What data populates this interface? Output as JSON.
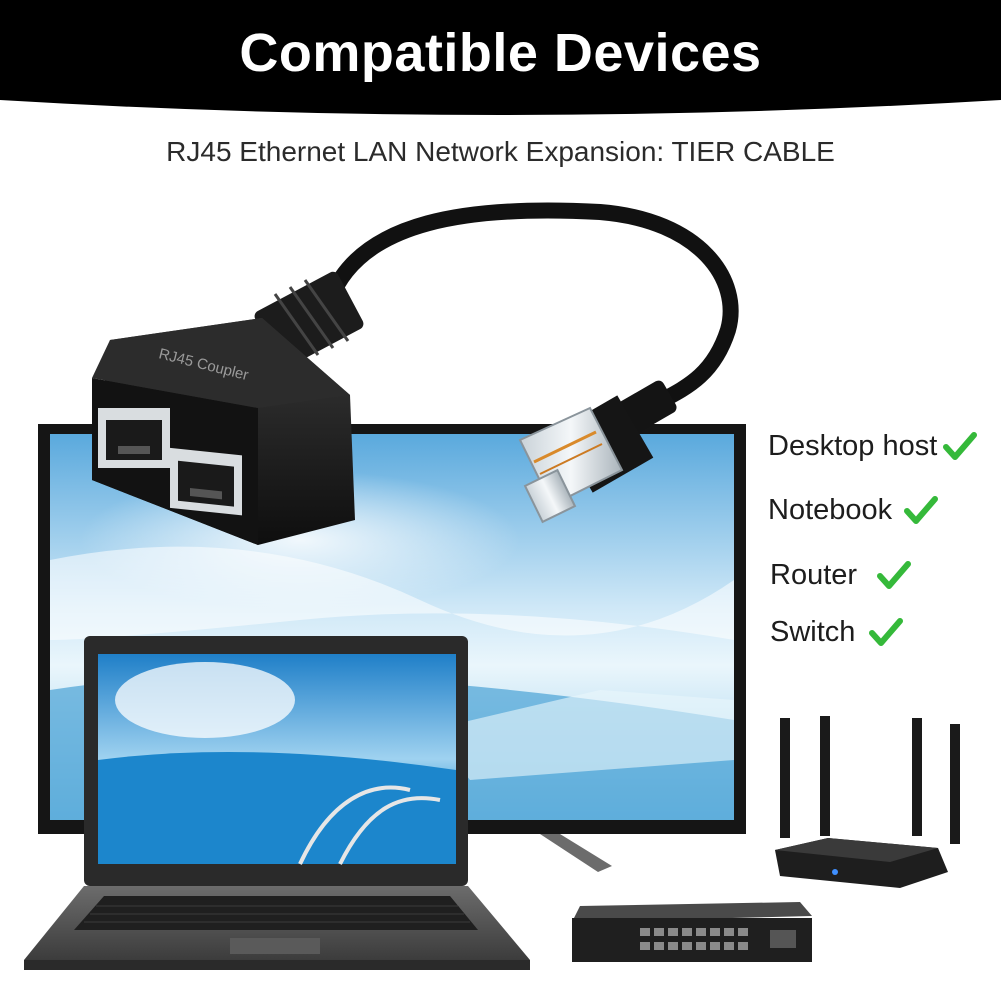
{
  "banner": {
    "title": "Compatible Devices",
    "background_color": "#000000",
    "title_color": "#ffffff"
  },
  "subtitle": "RJ45 Ethernet LAN Network Expansion: TIER CABLE",
  "coupler_label": "RJ45 Coupler",
  "compatible_devices": [
    {
      "label": "Desktop host",
      "icon": "check-icon",
      "checked": true
    },
    {
      "label": "Notebook",
      "icon": "check-icon",
      "checked": true
    },
    {
      "label": "Router",
      "icon": "check-icon",
      "checked": true
    },
    {
      "label": "Switch",
      "icon": "check-icon",
      "checked": true
    }
  ],
  "colors": {
    "check_green": "#35b93a",
    "text_dark": "#1d1d1d",
    "monitor_frame": "#1a1a1a"
  },
  "images": [
    "rj45-splitter-adapter",
    "tv-monitor",
    "laptop",
    "wifi-router",
    "network-switch"
  ]
}
